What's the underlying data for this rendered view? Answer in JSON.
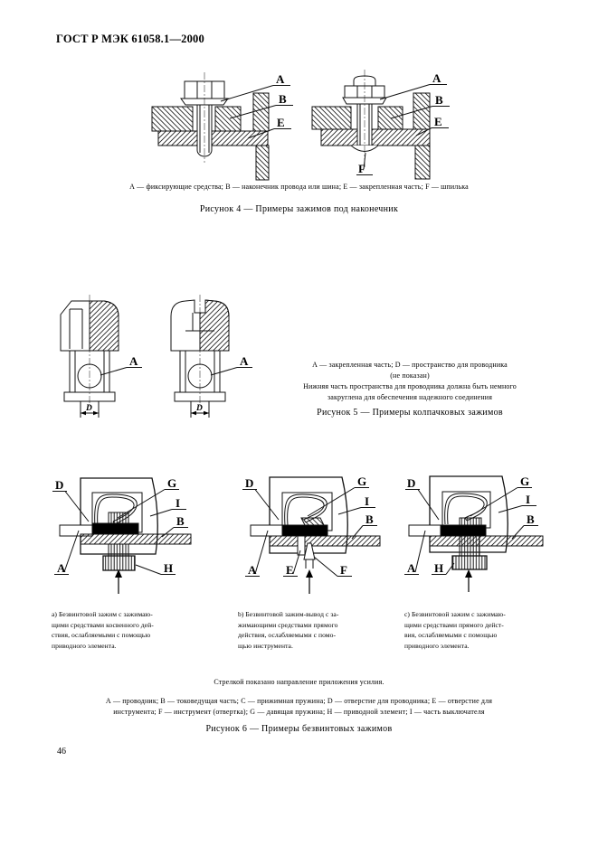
{
  "header": {
    "title": "ГОСТ Р МЭК 61058.1—2000"
  },
  "figure4": {
    "labels": {
      "A": "A",
      "B": "B",
      "E": "E",
      "F": "F"
    },
    "legend": "А — фиксирующие средства; В — наконечник провода или шина; Е — закрепленная часть; F — шпилька",
    "caption": "Рисунок 4 — Примеры зажимов под наконечник"
  },
  "figure5": {
    "labels": {
      "A": "A",
      "D": "D"
    },
    "legend_lines": [
      "А — закрепленная часть; D — пространство для проводника",
      "(не показан)"
    ],
    "note_lines": [
      "Нижняя часть пространства для проводника должна быть немного",
      "закруглена для обеспечения надежного соединения"
    ],
    "caption": "Рисунок 5 — Примеры колпачковых зажимов"
  },
  "figure6": {
    "labels": {
      "A": "A",
      "B": "B",
      "D": "D",
      "E": "E",
      "F": "F",
      "G": "G",
      "H": "H",
      "I": "I"
    },
    "sub_a_lines": [
      "а) Безвинтовой зажим с зажимаю-",
      "щими средствами косвенного дей-",
      "ствия, ослабляемыми с помощью",
      "приводного элемента."
    ],
    "sub_b_lines": [
      "b) Безвинтовой зажим-вывод с за-",
      "жимающими средствами прямого",
      "действия, ослабляемыми с помо-",
      "щью инструмента."
    ],
    "sub_c_lines": [
      "с) Безвинтовой зажим с зажимаю-",
      "щими средствами прямого дейст-",
      "вия, ослабляемыми с помощью",
      "приводного элемента."
    ],
    "arrow_note": "Стрелкой показано направление приложения усилия.",
    "legend_lines": [
      "А — проводник; В — токоведущая часть; С — прижимная пружина; D — отверстие для проводника; Е — отверстие для",
      "инструмента; F — инструмент (отвертка); G — давящая пружина; Н — приводной элемент; I — часть выключателя"
    ],
    "caption": "Рисунок 6 — Примеры безвинтовых зажимов"
  },
  "footer": {
    "page_number": "46"
  }
}
